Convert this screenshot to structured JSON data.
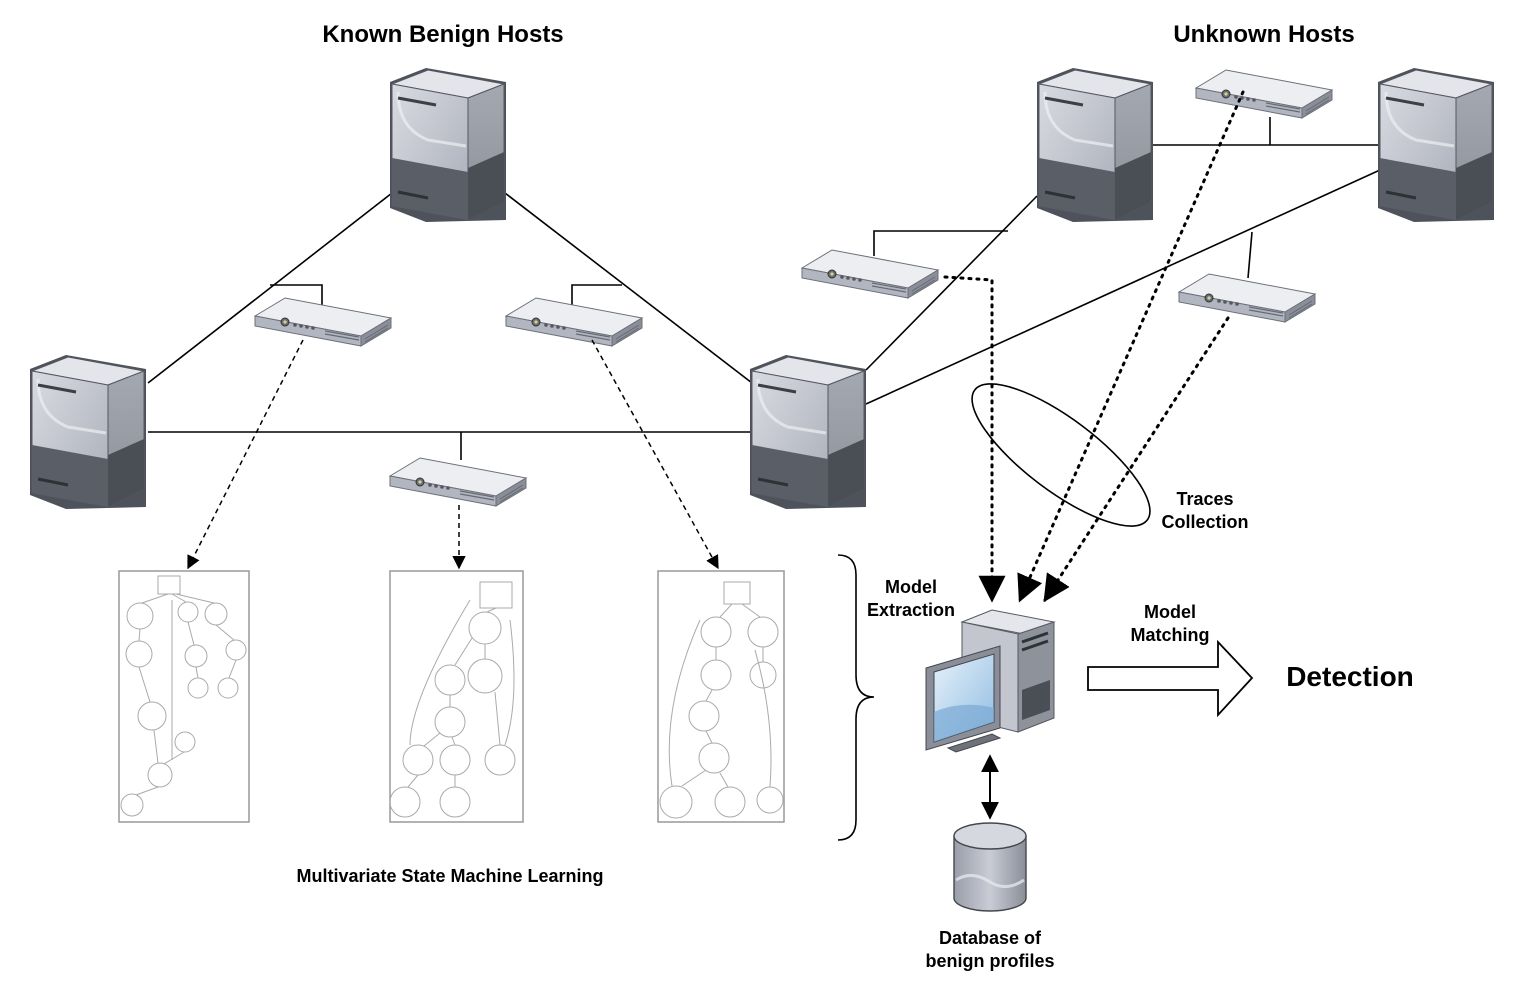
{
  "sections": {
    "known_title": "Known Benign Hosts",
    "unknown_title": "Unknown Hosts"
  },
  "labels": {
    "learning": "Multivariate State Machine Learning",
    "traces_line1": "Traces",
    "traces_line2": "Collection",
    "extraction_line1": "Model",
    "extraction_line2": "Extraction",
    "matching_line1": "Model",
    "matching_line2": "Matching",
    "detection": "Detection",
    "database_line1": "Database of",
    "database_line2": "benign profiles"
  },
  "colors": {
    "server_front": "#c3c6d0",
    "server_side": "#9a9ea6",
    "server_dark": "#5c6068",
    "router_top": "#e4e6ec",
    "router_front": "#b9bcc6",
    "line": "#000000",
    "graph_border": "#999999"
  },
  "icons": {
    "server": "tower-server-icon",
    "router": "rack-router-icon",
    "workstation": "workstation-icon",
    "database": "database-cylinder-icon",
    "state_machine": "state-machine-graph-thumbnail"
  }
}
